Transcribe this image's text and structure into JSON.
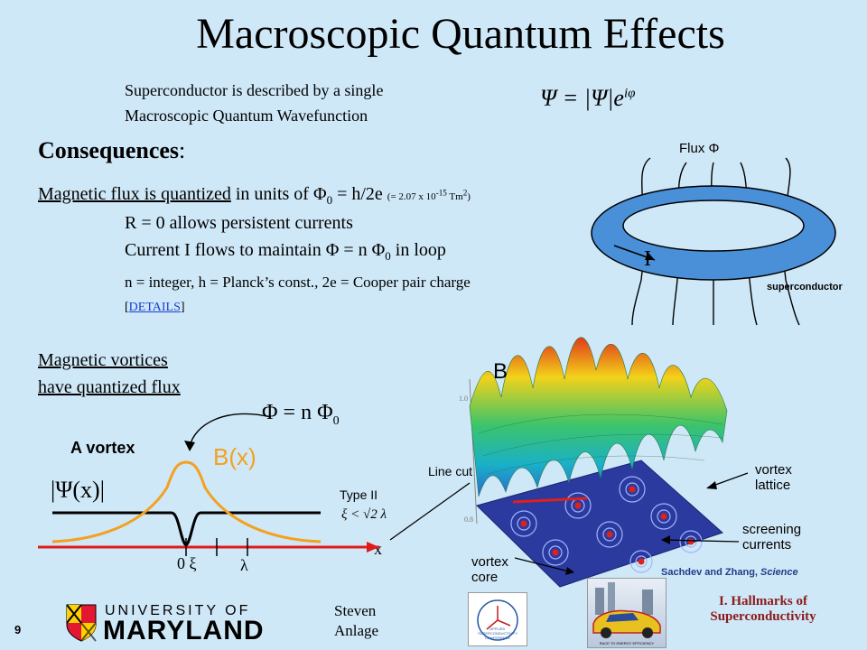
{
  "slide": {
    "title": "Macroscopic Quantum Effects",
    "intro_line1": "Superconductor is described by a single",
    "intro_line2": "Macroscopic Quantum Wavefunction",
    "psi_equation": "Ψ = |Ψ|e",
    "psi_exponent": "iφ",
    "consequences_label": "Consequences",
    "consequences_colon": ":",
    "flux_quantized": "Magnetic flux is quantized",
    "flux_units_prefix": " in units of Φ",
    "flux_units_suffix": " = h/2e",
    "flux_value_prefix": "(= 2.07 x 10",
    "flux_value_exp": "-15",
    "flux_value_unit": " Tm",
    "flux_value_close": ")",
    "r_zero": "R = 0 allows persistent currents",
    "current_line_prefix": "Current I flows to maintain Φ = n Φ",
    "current_line_suffix": " in loop",
    "n_integer": "n = integer,  h = Planck’s const., 2e = Cooper pair charge",
    "details_link": "DETAILS",
    "vortices_line1": "Magnetic vortices",
    "vortices_line2": "have quantized flux",
    "phi_n_phi0": "Φ = n Φ",
    "a_vortex": "A vortex",
    "bx_label": "B(x)",
    "psi_x_label": "|Ψ(x)|",
    "type_ii": "Type II",
    "xi_condition": "ξ < √2 λ",
    "x_axis": "x",
    "zero_xi": "0 ξ",
    "lambda": "λ",
    "flux_phi": "Flux Φ",
    "current_i": "I",
    "superconductor": "superconductor",
    "b_label": "B",
    "line_cut": "Line cut",
    "vortex_lattice_1": "vortex",
    "vortex_lattice_2": "lattice",
    "screening_1": "screening",
    "screening_2": "currents",
    "vortex_core_1": "vortex",
    "vortex_core_2": "core",
    "credit_authors": "Sachdev and Zhang, ",
    "credit_journal": "Science",
    "hallmarks_1": "I. Hallmarks of",
    "hallmarks_2": "Superconductivity",
    "steven": "Steven",
    "anlage": "Anlage",
    "page_number": "9",
    "university_of": "UNIVERSITY OF",
    "maryland": "MARYLAND",
    "logo1_text": "APPLIED SUPERCONDUCTIVITY CONFERENCE",
    "logo2_text": "RACE TO ENERGY EFFICIENCY"
  },
  "colors": {
    "background": "#cfe8f7",
    "orange_curve": "#f4a020",
    "red_axis": "#e01a1a",
    "ring_fill": "#4a90d9",
    "link": "#1a3fcf",
    "lattice": "#2b3a9e"
  }
}
